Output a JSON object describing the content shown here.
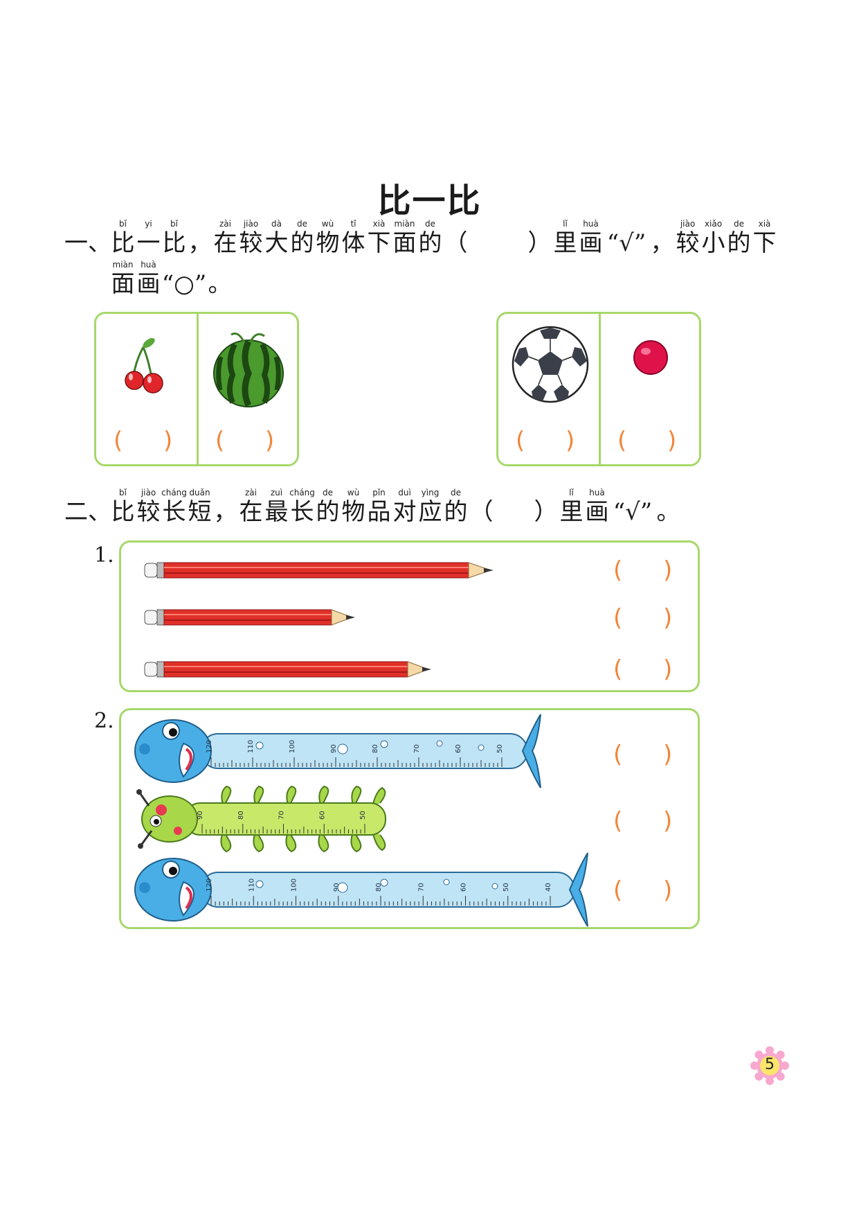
{
  "title": "比一比",
  "q1": {
    "marker": "一、",
    "part1": [
      {
        "py": "bǐ",
        "hz": "比"
      },
      {
        "py": "yi",
        "hz": "一"
      },
      {
        "py": "bǐ",
        "hz": "比"
      },
      {
        "py": "",
        "hz": "，"
      },
      {
        "py": "zài",
        "hz": "在"
      },
      {
        "py": "jiào",
        "hz": "较"
      },
      {
        "py": "dà",
        "hz": "大"
      },
      {
        "py": "de",
        "hz": "的"
      },
      {
        "py": "wù",
        "hz": "物"
      },
      {
        "py": "tǐ",
        "hz": "体"
      },
      {
        "py": "xià",
        "hz": "下"
      },
      {
        "py": "miàn",
        "hz": "面"
      },
      {
        "py": "de",
        "hz": "的"
      },
      {
        "py": "",
        "hz": "（"
      }
    ],
    "part2": [
      {
        "py": "",
        "hz": "）"
      },
      {
        "py": "lǐ",
        "hz": "里"
      },
      {
        "py": "huà",
        "hz": "画"
      },
      {
        "py": "",
        "hz": "“√”"
      },
      {
        "py": "",
        "hz": "，"
      },
      {
        "py": "jiào",
        "hz": "较"
      },
      {
        "py": "xiǎo",
        "hz": "小"
      },
      {
        "py": "de",
        "hz": "的"
      },
      {
        "py": "xià",
        "hz": "下"
      }
    ],
    "line2": [
      {
        "py": "miàn",
        "hz": "面"
      },
      {
        "py": "huà",
        "hz": "画"
      },
      {
        "py": "",
        "hz": "“○”"
      },
      {
        "py": "",
        "hz": "。"
      }
    ]
  },
  "q2": {
    "marker": "二、",
    "part1": [
      {
        "py": "bǐ",
        "hz": "比"
      },
      {
        "py": "jiào",
        "hz": "较"
      },
      {
        "py": "cháng",
        "hz": "长"
      },
      {
        "py": "duǎn",
        "hz": "短"
      },
      {
        "py": "",
        "hz": "，"
      },
      {
        "py": "zài",
        "hz": "在"
      },
      {
        "py": "zuì",
        "hz": "最"
      },
      {
        "py": "cháng",
        "hz": "长"
      },
      {
        "py": "de",
        "hz": "的"
      },
      {
        "py": "wù",
        "hz": "物"
      },
      {
        "py": "pǐn",
        "hz": "品"
      },
      {
        "py": "duì",
        "hz": "对"
      },
      {
        "py": "yìng",
        "hz": "应"
      },
      {
        "py": "de",
        "hz": "的"
      },
      {
        "py": "",
        "hz": "（"
      }
    ],
    "part2": [
      {
        "py": "",
        "hz": "）"
      },
      {
        "py": "lǐ",
        "hz": "里"
      },
      {
        "py": "huà",
        "hz": "画"
      },
      {
        "py": "",
        "hz": "“√”"
      },
      {
        "py": "",
        "hz": "。"
      }
    ],
    "sub1_label": "1.",
    "sub2_label": "2."
  },
  "paren_left": "(",
  "paren_right": ")",
  "ruler_ticks_long": [
    "120",
    "110",
    "100",
    "90",
    "80",
    "70",
    "60",
    "50"
  ],
  "ruler_ticks_caterpillar": [
    "90",
    "80",
    "70",
    "60",
    "50"
  ],
  "ruler_ticks_longest": [
    "120",
    "110",
    "100",
    "90",
    "80",
    "70",
    "60",
    "50",
    "40"
  ],
  "page_number": "5",
  "colors": {
    "box_border": "#a6d86a",
    "paren": "#f2853a",
    "pencil": "#e0302a",
    "fish": "#4aaee6",
    "caterpillar": "#a8d84a"
  }
}
